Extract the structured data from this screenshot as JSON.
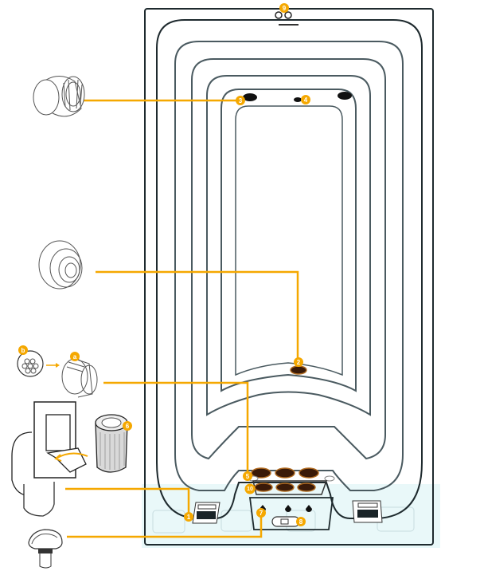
{
  "title": "Swim spa component diagram",
  "colors": {
    "accent": "#f5a800",
    "outline": "#1e2a2e",
    "equipment_zone": "#e8f7f8",
    "jet_fill": "#3a1a08",
    "jet_ring": "#b06a20"
  },
  "callouts": [
    {
      "id": "1",
      "label": "1",
      "target": "filter-lid"
    },
    {
      "id": "2",
      "label": "2",
      "target": "center-floor-jet"
    },
    {
      "id": "3",
      "label": "3",
      "target": "top-wall-jet"
    },
    {
      "id": "4",
      "label": "4",
      "target": "top-small-jet"
    },
    {
      "id": "5",
      "label": "5",
      "target": "swim-jet-upper-row"
    },
    {
      "id": "6",
      "label": "6",
      "target": "filter-cartridge"
    },
    {
      "id": "7",
      "label": "7",
      "target": "air-control-valve"
    },
    {
      "id": "8",
      "label": "8",
      "target": "control-panel"
    },
    {
      "id": "9",
      "label": "9",
      "target": "top-edge-fittings"
    },
    {
      "id": "10",
      "label": "10",
      "target": "swim-jet-lower-row"
    },
    {
      "id": "a",
      "label": "a",
      "target": "swim-jet-body"
    },
    {
      "id": "b",
      "label": "b",
      "target": "swim-jet-nozzle-face"
    }
  ],
  "parts": [
    {
      "name": "massage-jet",
      "icon": "massage-jet-icon"
    },
    {
      "name": "floor-jet",
      "icon": "floor-jet-icon"
    },
    {
      "name": "swim-jet-face",
      "icon": "jet-face-icon"
    },
    {
      "name": "swim-jet",
      "icon": "swim-jet-icon"
    },
    {
      "name": "skimmer",
      "icon": "skimmer-icon"
    },
    {
      "name": "filter-cartridge",
      "icon": "filter-cartridge-icon"
    },
    {
      "name": "air-control",
      "icon": "air-control-icon"
    }
  ]
}
